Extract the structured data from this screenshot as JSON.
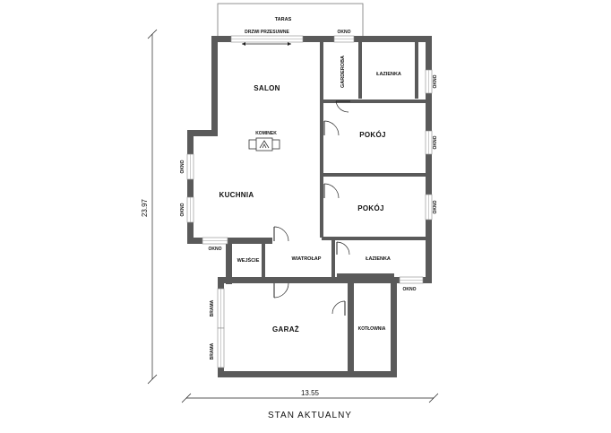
{
  "rooms": {
    "taras": "TARAS",
    "drzwi": "DRZWI PRZESUWNE",
    "salon": "SALON",
    "garderoba": "GARDEROBA",
    "lazienka_top": "ŁAZIENKA",
    "pokoj_1": "POKÓJ",
    "pokoj_2": "POKÓJ",
    "kominek": "KOMINEK",
    "kuchnia": "KUCHNIA",
    "wejscie": "WEJŚCIE",
    "wiatrolap": "WIATROŁAP",
    "lazienka_mid": "ŁAZIENKA",
    "garaz": "GARAŻ",
    "kotlownia": "KOTŁOWNIA"
  },
  "windows": {
    "okno_top": "OKNO",
    "okno_r1": "OKNO",
    "okno_r2": "OKNO",
    "okno_r3": "OKNO",
    "okno_l1": "OKNO",
    "okno_l2": "OKNO",
    "okno_bottom_left": "OKNO",
    "okno_bottom_right": "OKNO",
    "brama_1": "BRAMA",
    "brama_2": "BRAMA"
  },
  "dimensions": {
    "width": "13.55",
    "height": "23.97"
  },
  "caption": "STAN AKTUALNY"
}
